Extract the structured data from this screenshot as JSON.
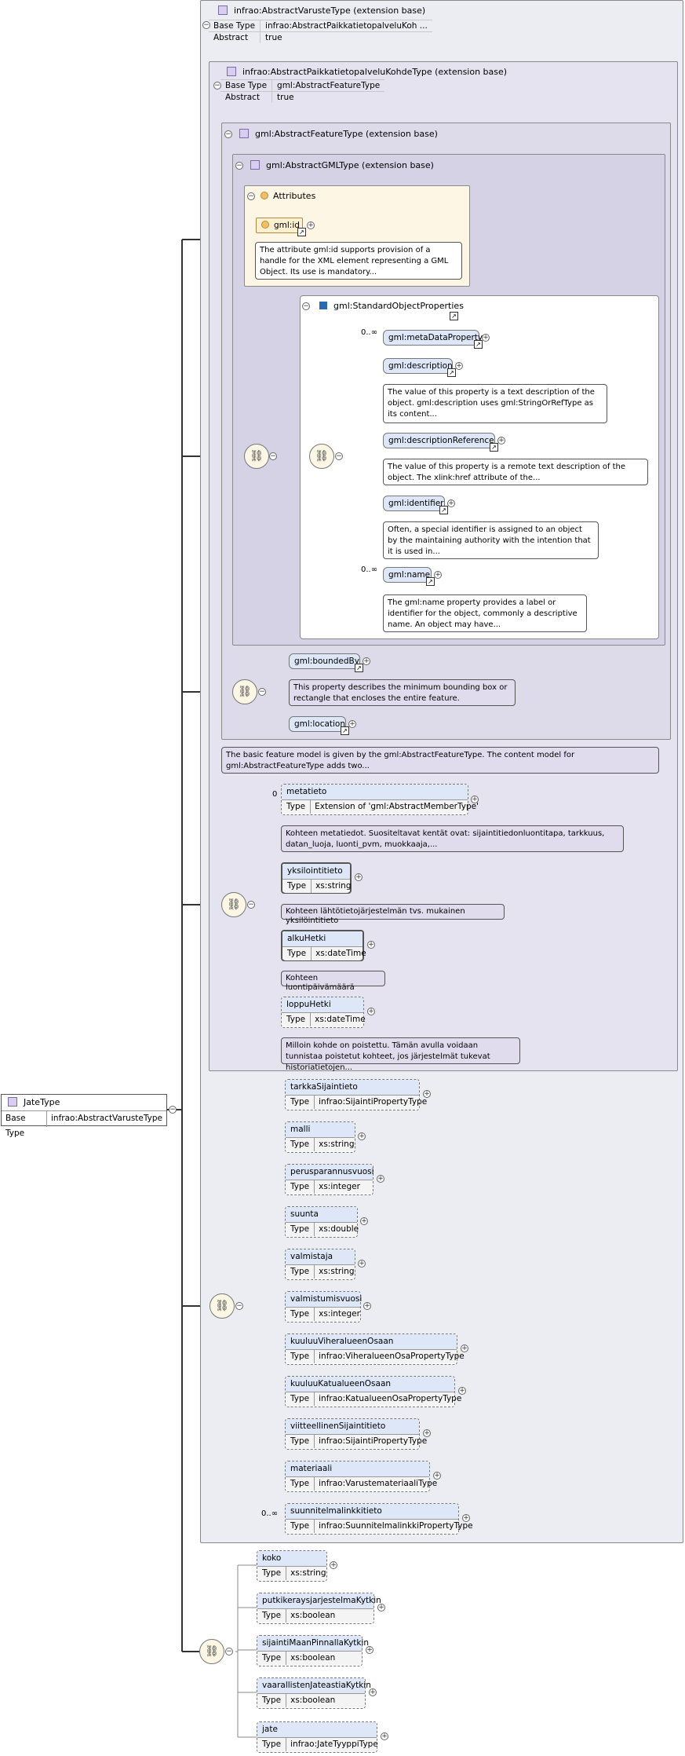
{
  "root": {
    "name": "JateType",
    "base_type_key": "Base Type",
    "base_type_value": "infrao:AbstractVarusteType"
  },
  "varuste": {
    "title": "infrao:AbstractVarusteType (extension base)",
    "props": [
      {
        "k": "Base Type",
        "v": "infrao:AbstractPaikkatietopalveluKoh ..."
      },
      {
        "k": "Abstract",
        "v": "true"
      }
    ]
  },
  "kohde": {
    "title": "infrao:AbstractPaikkatietopalveluKohdeType (extension base)",
    "props": [
      {
        "k": "Base Type",
        "v": "gml:AbstractFeatureType"
      },
      {
        "k": "Abstract",
        "v": "true"
      }
    ]
  },
  "feature": {
    "title": "gml:AbstractFeatureType (extension base)",
    "doc": "The basic feature model is given by the gml:AbstractFeatureType. The content model for gml:AbstractFeatureType adds two..."
  },
  "gml": {
    "title": "gml:AbstractGMLType (extension base)"
  },
  "attributes": {
    "title": "Attributes",
    "id_label": "gml:id",
    "id_doc": "The attribute gml:id supports provision of a handle for the XML element representing a GML Object. Its use is mandatory..."
  },
  "sop": {
    "title": "gml:StandardObjectProperties",
    "items": [
      {
        "name": "gml:metaDataProperty",
        "occ": "0..∞",
        "doc": ""
      },
      {
        "name": "gml:description",
        "occ": "",
        "doc": "The value of this property is a text description of the object. gml:description uses gml:StringOrRefType as its content..."
      },
      {
        "name": "gml:descriptionReference",
        "occ": "",
        "doc": "The value of this property is a remote text description of the object. The xlink:href attribute of the..."
      },
      {
        "name": "gml:identifier",
        "occ": "",
        "doc": "Often, a special identifier is assigned to an object by the maintaining authority with the intention that it is used in..."
      },
      {
        "name": "gml:name",
        "occ": "0..∞",
        "doc": "The gml:name property provides a label or identifier for the object, commonly a descriptive name. An object may have..."
      }
    ]
  },
  "bounded": {
    "name": "gml:boundedBy",
    "doc": "This property describes the minimum bounding box or rectangle that encloses the entire feature.",
    "location": "gml:location"
  },
  "type_key": "Type",
  "kohde_seq": [
    {
      "name": "metatieto",
      "occ": "0",
      "type": "Extension of 'gml:AbstractMemberType'",
      "doc": "Kohteen metatiedot. Suositeltavat kentät ovat: sijaintitiedonluontitapa, tarkkuus, datan_luoja, luonti_pvm, muokkaaja,..."
    },
    {
      "name": "yksilointitieto",
      "occ": "",
      "type": "xs:string",
      "doc": "Kohteen lähtötietojärjestelmän tvs. mukainen yksilöintitieto"
    },
    {
      "name": "alkuHetki",
      "occ": "",
      "type": "xs:dateTime",
      "doc": "Kohteen luontipäivämäärä"
    },
    {
      "name": "loppuHetki",
      "occ": "",
      "type": "xs:dateTime",
      "doc": "Milloin kohde on poistettu. Tämän avulla voidaan tunnistaa poistetut kohteet, jos järjestelmät tukevat historiatietojen..."
    }
  ],
  "varuste_seq": [
    {
      "name": "tarkkaSijaintieto",
      "occ": "",
      "type": "infrao:SijaintiPropertyType"
    },
    {
      "name": "malli",
      "occ": "",
      "type": "xs:string"
    },
    {
      "name": "perusparannusvuosi",
      "occ": "",
      "type": "xs:integer"
    },
    {
      "name": "suunta",
      "occ": "",
      "type": "xs:double"
    },
    {
      "name": "valmistaja",
      "occ": "",
      "type": "xs:string"
    },
    {
      "name": "valmistumisvuosi",
      "occ": "",
      "type": "xs:integer"
    },
    {
      "name": "kuuluuViheralueenOsaan",
      "occ": "",
      "type": "infrao:ViheralueenOsaPropertyType"
    },
    {
      "name": "kuuluuKatualueenOsaan",
      "occ": "",
      "type": "infrao:KatualueenOsaPropertyType"
    },
    {
      "name": "viitteellinenSijaintitieto",
      "occ": "",
      "type": "infrao:SijaintiPropertyType"
    },
    {
      "name": "materiaali",
      "occ": "",
      "type": "infrao:VarustemateriaaliType"
    },
    {
      "name": "suunnitelmalinkkitieto",
      "occ": "0..∞",
      "type": "infrao:SuunnitelmalinkkiPropertyType"
    }
  ],
  "jate_seq": [
    {
      "name": "koko",
      "type": "xs:string"
    },
    {
      "name": "putkikeraysjarjestelmaKytkin",
      "type": "xs:boolean"
    },
    {
      "name": "sijaintiMaanPinnallaKytkin",
      "type": "xs:boolean"
    },
    {
      "name": "vaarallistenJateastiaKytkin",
      "type": "xs:boolean"
    },
    {
      "name": "jate",
      "type": "infrao:JateTyyppiType"
    }
  ]
}
